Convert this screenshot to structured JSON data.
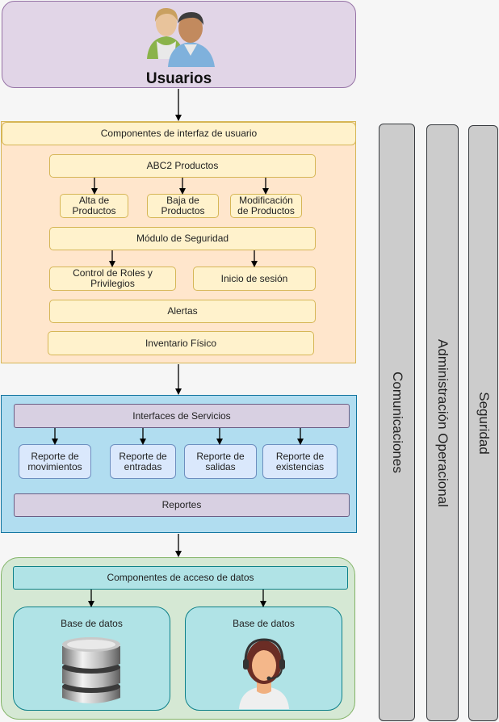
{
  "users": {
    "title": "Usuarios"
  },
  "ui_layer": {
    "header": "Componentes de interfaz de usuario",
    "abc": "ABC2 Productos",
    "alta": "Alta de Productos",
    "baja": "Baja de Productos",
    "modificacion": "Modificación de Productos",
    "seguridad": "Módulo de Seguridad",
    "roles": "Control de Roles y Privilegios",
    "sesion": "Inicio de sesión",
    "alertas": "Alertas",
    "inventario": "Inventario Físico"
  },
  "service_layer": {
    "header": "Interfaces de Servicios",
    "movimientos": "Reporte de movimientos",
    "entradas": "Reporte de entradas",
    "salidas": "Reporte de salidas",
    "existencias": "Reporte de existencias",
    "reportes": "Reportes"
  },
  "data_layer": {
    "header": "Componentes de acceso de datos",
    "db1": "Base de datos",
    "db2": "Base de datos"
  },
  "side_columns": [
    "Comunicaciones",
    "Administración Operacional",
    "Seguridad"
  ],
  "icons": [
    "users-icon",
    "database-icon",
    "operator-icon"
  ]
}
